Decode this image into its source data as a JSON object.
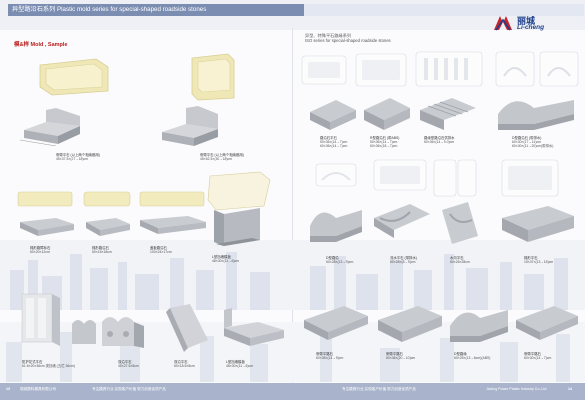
{
  "header": {
    "title": "异型路沿石系列 Plastic mold series for special-shaped roadside stones",
    "subtitle_cn": "异型、特殊平石路缘系列",
    "subtitle_en": "ISO series for special-shaped roadside stones"
  },
  "logo": {
    "cn": "丽城",
    "en": "Li-cheng"
  },
  "section": {
    "label": "模&样 Mold , Sample"
  },
  "left_products": [
    {
      "name": "侧带平石 (以上两个相续都用)",
      "size": "45×37.5×(27→18)cm"
    },
    {
      "name": "侧带平石 (以上两个相续都用)",
      "size": "45×52.5×(30→18)cm"
    },
    {
      "name": "梯形路障标石",
      "size": "60×20×12cm"
    },
    {
      "name": "梯形路沿石",
      "size": "50×15×18cm"
    },
    {
      "name": "盖板路沿石",
      "size": "100×24×17cm"
    },
    {
      "name": "L型挡墙模板",
      "size": "48×30×(11→6)cm"
    },
    {
      "name": "防护花式平石",
      "size": "61.6×20×36cm 类挡墙 (五栏 36cm)"
    },
    {
      "name": "双沿平石",
      "size": "40×27.5×8cm"
    },
    {
      "name": "双沿平石",
      "size": "60×18.5×8cm"
    },
    {
      "name": "L型挡墙模板",
      "size": "48×30×(11→6)cm"
    }
  ],
  "right_products": [
    {
      "name": "路沿石平石",
      "size": "50×36×(14→7)cm",
      "size2": "60×36×(14→7)cm"
    },
    {
      "name": "R型路沿石 (带ABS)",
      "size": "50×36×(14→7)cm",
      "size2": "60×36×(18→7)cm"
    },
    {
      "name": "路缘型路沿石供排水",
      "size": "60×36×(14→9.0)cm"
    },
    {
      "name": "D型路沿石 (带排水)",
      "size": "60×30×(17→11)cm",
      "size2": "60×30×(11→20)cm(带排水)"
    },
    {
      "name": "D型路沿",
      "size": "60×28×(13→9)cm"
    },
    {
      "name": "流水平石 (带排水)",
      "size": "60×28×(8→9)cm"
    },
    {
      "name": "水沟平石",
      "size": "60×26×28cm"
    },
    {
      "name": "梯形平石",
      "size": "15×37×(13→15)cm"
    },
    {
      "name": "侧带平路石",
      "size": "60×35×(14→9)cm"
    },
    {
      "name": "侧带平路石",
      "size": "60×36×(20→10)cm"
    },
    {
      "name": "D型路缘",
      "size": "60×25×(13→6cm)(ABS)"
    },
    {
      "name": "侧带平路石",
      "size": "60×30×(14→7)cm"
    }
  ],
  "footer": {
    "left_num": "13",
    "right_num": "14",
    "left_company": "丽城塑料模具有限公司",
    "right_company": "Jiaxing Power Plastic Industry Co.,Ltd",
    "slogan": "专注模具行业 实现客户价值 努力创造优质产品",
    "slogan2": "专注模具行业 实现客户价值 努力创造优质产品"
  },
  "colors": {
    "accent": "#7c8db2",
    "logo": "#1d3f8a",
    "label": "#b81d1d",
    "footer": "#a9b4cc"
  }
}
